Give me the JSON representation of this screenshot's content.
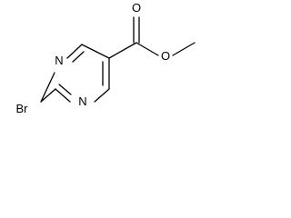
{
  "molecule": {
    "atoms": {
      "n_top": "N",
      "n_bottom": "N",
      "br": "Br",
      "o_carbonyl": "O",
      "o_ester": "O"
    },
    "colors": {
      "line": "#000000",
      "background": "#ffffff"
    }
  }
}
